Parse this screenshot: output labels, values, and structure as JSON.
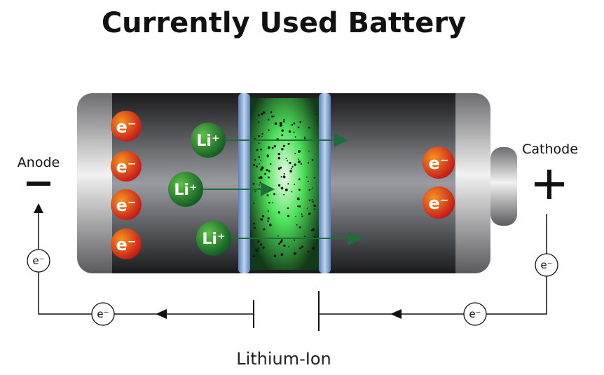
{
  "title": "Currently Used Battery",
  "anode": {
    "label": "Anode",
    "sign": "−"
  },
  "cathode": {
    "label": "Cathode",
    "sign": "+"
  },
  "separator_label": "Lithium-Ion",
  "electron_symbol": "e⁻",
  "ion_symbol": "Li⁺",
  "colors": {
    "electron": "#d42a1a",
    "ion": "#1f7a2e",
    "arrow": "#1f6e3a",
    "electrolyte": "#3ddc4a"
  }
}
